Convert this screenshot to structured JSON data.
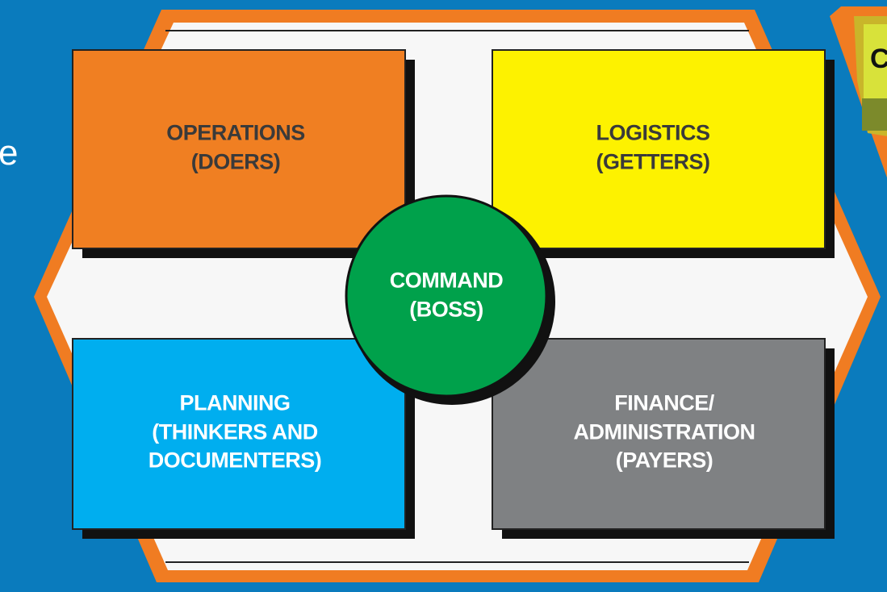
{
  "edge_text": "e",
  "corner_text": "C",
  "colors": {
    "background": "#0a7bbd",
    "hexagon_border": "#f07c22",
    "panel": "#f7f7f7",
    "shadow": "#111111",
    "operations": "#f07f22",
    "logistics": "#fdf200",
    "planning": "#00aeef",
    "finance": "#7f8183",
    "command": "#00a14b"
  },
  "diagram": {
    "center": {
      "line1": "COMMAND",
      "line2": "(BOSS)"
    },
    "boxes": [
      {
        "key": "operations",
        "line1": "OPERATIONS",
        "line2": "(DOERS)"
      },
      {
        "key": "logistics",
        "line1": "LOGISTICS",
        "line2": "(GETTERS)"
      },
      {
        "key": "planning",
        "line1": "PLANNING",
        "line2": "(THINKERS AND",
        "line3": "DOCUMENTERS)"
      },
      {
        "key": "finance",
        "line1": "FINANCE/",
        "line2": "ADMINISTRATION",
        "line3": "(PAYERS)"
      }
    ]
  }
}
